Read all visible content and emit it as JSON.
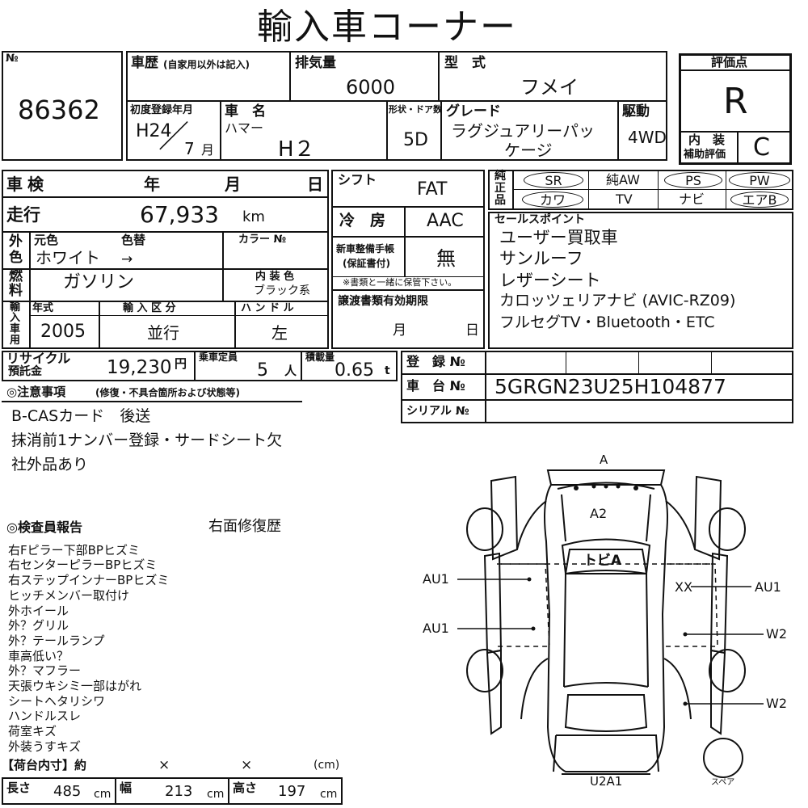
{
  "title": "輸入車コーナー",
  "lot": {
    "label": "№",
    "value": "86362"
  },
  "history": {
    "label": "車歴",
    "note": "(自家用以外は記入)"
  },
  "displacement": {
    "label": "排気量",
    "value": "6000"
  },
  "model": {
    "label": "型　式",
    "value": "フメイ"
  },
  "grade_score": {
    "label": "評価点",
    "value": "R",
    "interior_label": "内　装",
    "interior_sub": "補助評価",
    "interior_value": "C"
  },
  "first_reg": {
    "label": "初度登録年月",
    "era": "H24",
    "slash": "／",
    "month": "7",
    "month_unit": "月"
  },
  "car_name": {
    "label": "車　名",
    "maker": "ハマー",
    "name": "H２"
  },
  "body": {
    "label": "形状・ドア数",
    "value": "5D"
  },
  "grade": {
    "label": "グレード",
    "value1": "ラグジュアリーパッ",
    "value2": "ケージ"
  },
  "drive": {
    "label": "駆動",
    "value": "4WD"
  },
  "inspection": {
    "label": "車検",
    "year": "年",
    "month": "月",
    "day": "日"
  },
  "shift": {
    "label": "シフト",
    "value": "FAT"
  },
  "equipment": {
    "label_top": "純",
    "label_mid": "正",
    "label_bot": "品",
    "sr": "SR",
    "aw": "純AW",
    "ps": "PS",
    "pw": "PW",
    "kawa": "カワ",
    "tv": "TV",
    "navi": "ナビ",
    "airbag": "エアB"
  },
  "mileage": {
    "label": "走行",
    "value": "67,933",
    "unit": "km"
  },
  "ac": {
    "label": "冷　房",
    "value": "AAC"
  },
  "color": {
    "side1": "外",
    "side2": "色",
    "orig_label": "元色",
    "change_label": "色替",
    "code_label": "カラー №",
    "value": "ホワイト",
    "arrow": "→"
  },
  "service_book": {
    "label1": "新車整備手帳",
    "label2": "(保証書付)",
    "value": "無",
    "note": "※書類と一緒に保管下さい。"
  },
  "sales_points": {
    "label": "セールスポイント",
    "items": [
      "ユーザー買取車",
      "サンルーフ",
      "レザーシート",
      "カロッツェリアナビ (AVIC-RZ09)",
      "フルセグTV・Bluetooth・ETC"
    ]
  },
  "fuel": {
    "side1": "燃",
    "side2": "料",
    "value": "ガソリン",
    "interior_color_label": "内 装 色",
    "interior_color": "ブラック系"
  },
  "import": {
    "s1": "輸",
    "s2": "入",
    "s3": "車",
    "s4": "用",
    "year_label": "年式",
    "year": "2005",
    "class_label": "輸 入 区 分",
    "class": "並行",
    "handle_label": "ハ ン ド ル",
    "handle": "左"
  },
  "transfer": {
    "label": "譲渡書類有効期限",
    "month": "月",
    "day": "日"
  },
  "recycle": {
    "label1": "リサイクル",
    "label2": "預託金",
    "value": "19,230",
    "unit": "円"
  },
  "capacity": {
    "label": "乗車定員",
    "value": "5",
    "unit": "人"
  },
  "load": {
    "label": "積載量",
    "value": "0.65",
    "unit": "t"
  },
  "reg_no": {
    "label": "登　録 №"
  },
  "chassis": {
    "label": "車　台 №",
    "value": "5GRGN23U25H104877"
  },
  "serial": {
    "label": "シリアル №"
  },
  "notes": {
    "label": "◎注意事項",
    "sub": "(修復・不具合箇所および状態等)",
    "lines": [
      "B-CASカード　後送",
      "抹消前1ナンバー登録・サードシート欠",
      "社外品あり"
    ]
  },
  "inspector": {
    "label": "◎検査員報告",
    "headline": "右面修復歴",
    "lines": [
      "右Fピラー下部BPヒズミ",
      "右センターピラーBPヒズミ",
      "右ステップインナーBPヒズミ",
      "ヒッチメンバー取付け",
      "外ホイール",
      "外？グリル",
      "外？テールランプ",
      "車高低い？",
      "外？マフラー",
      "天張ウキシミ一部はがれ",
      "シートヘタリシワ",
      "ハンドルスレ",
      "荷室キズ",
      "外装うすキズ"
    ]
  },
  "cargo": {
    "label": "【荷台内寸】約",
    "x1": "×",
    "x2": "×",
    "unit": "(cm)",
    "length_label": "長さ",
    "length": "485",
    "width_label": "幅",
    "width": "213",
    "height_label": "高さ",
    "height": "197",
    "cm": "cm"
  },
  "diagram": {
    "front": "A",
    "hood": "A2",
    "roof": "トビA",
    "left1": "AU1",
    "left2": "AU1",
    "xx": "XX",
    "right1": "AU1",
    "right2": "W2",
    "right3": "W2",
    "rear": "U2A1",
    "spare": "スペア"
  }
}
